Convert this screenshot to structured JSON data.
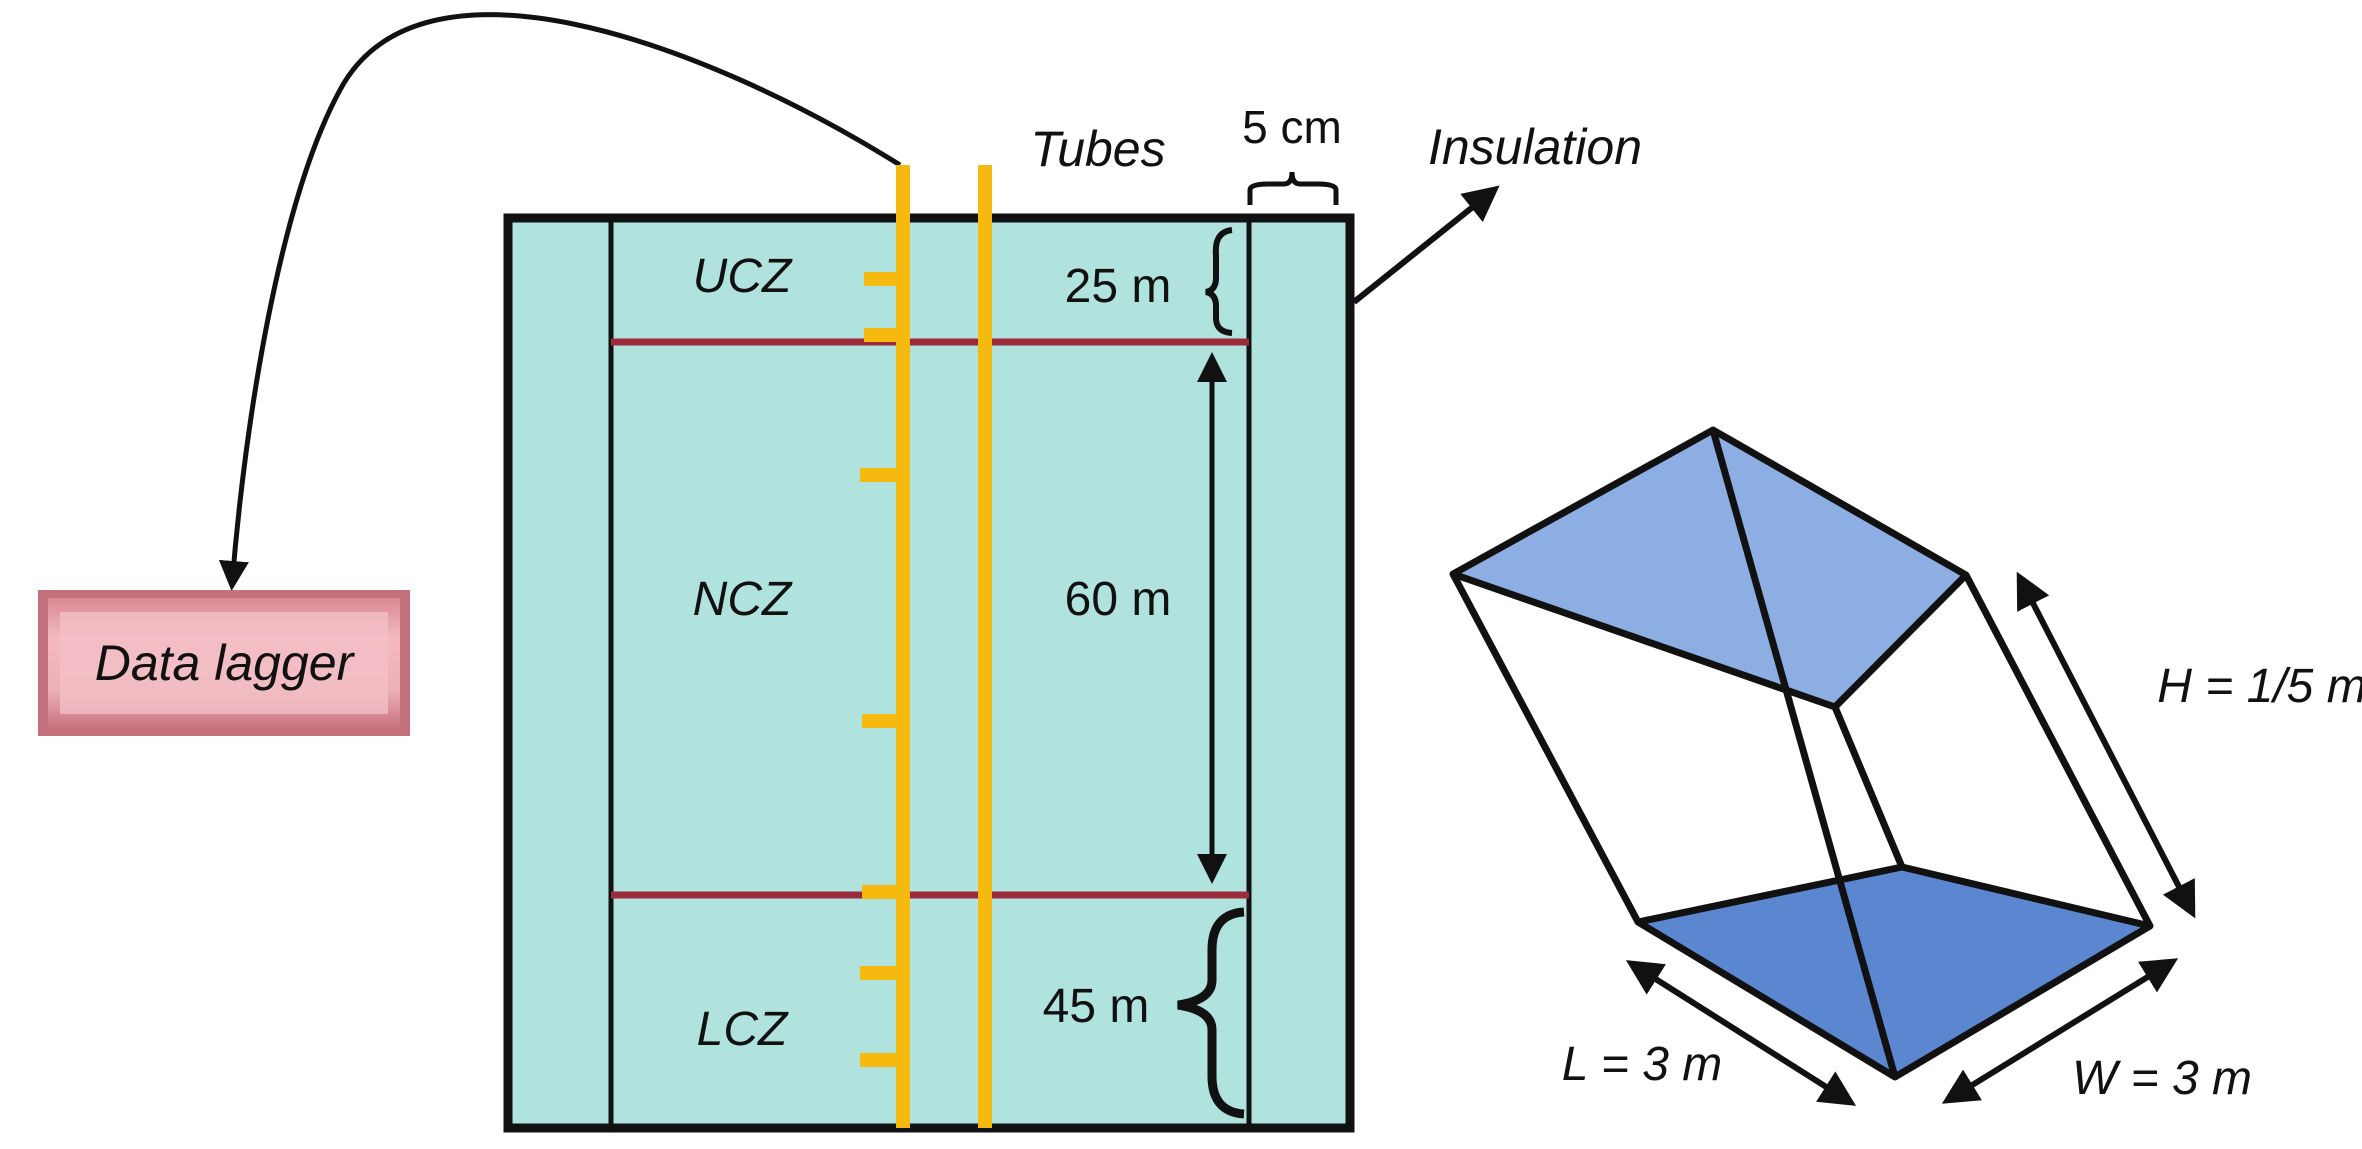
{
  "title": "Solar pond schematic with data logger and inclined cell",
  "data_logger": {
    "label": "Data lagger",
    "fill": "#e79aa5"
  },
  "labels": {
    "tubes": "Tubes",
    "insulation_width": "5 cm",
    "insulation": "Insulation"
  },
  "zones": [
    {
      "name": "UCZ",
      "thickness": "25 m"
    },
    {
      "name": "NCZ",
      "thickness": "60 m"
    },
    {
      "name": "LCZ",
      "thickness": "45 m"
    }
  ],
  "cell_dimensions": {
    "height": "H = 1/5 m",
    "length": "L = 3 m",
    "width": "W = 3 m"
  },
  "colors": {
    "water": "#b1e3de",
    "tube": "#f6b90f",
    "interface": "#9b2a3a",
    "top_face": "#8daee2",
    "bottom_face": "#5b86d0"
  }
}
